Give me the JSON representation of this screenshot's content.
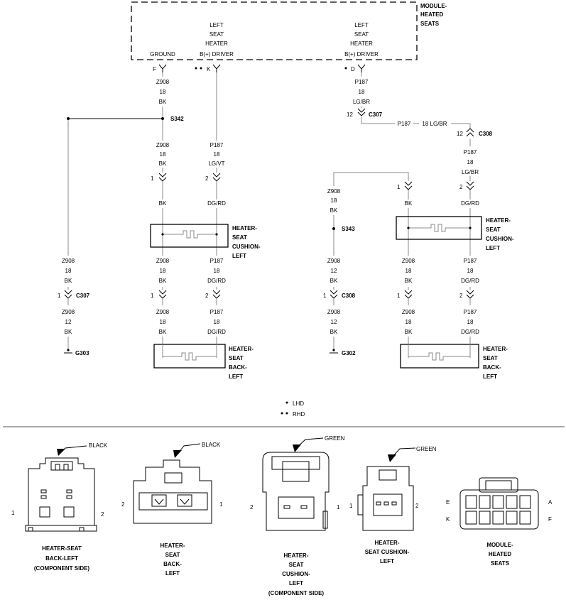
{
  "module": {
    "name": [
      "MODULE-",
      "HEATED",
      "SEATS"
    ],
    "pin_ground_label": "GROUND",
    "pin_left_label": [
      "LEFT",
      "SEAT",
      "HEATER",
      "B(+) DRIVER"
    ],
    "pin_right_label": [
      "LEFT",
      "SEAT",
      "HEATER",
      "B(+) DRIVER"
    ],
    "cav_f": "F",
    "cav_k": "K",
    "cav_d": "D"
  },
  "wire_codes": {
    "gnd": [
      "Z908",
      "18",
      "BK"
    ],
    "gnd12": [
      "Z908",
      "12",
      "BK"
    ],
    "p187_lgvt": [
      "P187",
      "18",
      "LG/VT"
    ],
    "p187_lgbr": [
      "P187",
      "18",
      "LG/BR"
    ],
    "p187_dgrd": [
      "P187",
      "18",
      "DG/RD"
    ],
    "c307_right_p187": "P187",
    "c307_right_p187_code": "18 LG/BR"
  },
  "short_labels": {
    "bk": "BK",
    "dgrd": "DG/RD"
  },
  "splices": {
    "s342": "S342",
    "s343": "S343"
  },
  "connectors": {
    "c307": "C307",
    "c308": "C308",
    "pin1": "1",
    "pin2": "2",
    "pin12": "12"
  },
  "grounds": {
    "g303": "G303",
    "g302": "G302"
  },
  "components": {
    "cushion": [
      "HEATER-",
      "SEAT",
      "CUSHION-",
      "LEFT"
    ],
    "back": [
      "HEATER-",
      "SEAT",
      "BACK-",
      "LEFT"
    ]
  },
  "legend": {
    "lhd": "LHD",
    "rhd": "RHD"
  },
  "views": {
    "back_component": {
      "color": "BLACK",
      "pin_left": "1",
      "pin_right": "2",
      "caption": [
        "HEATER-SEAT",
        "BACK-LEFT",
        "(COMPONENT SIDE)"
      ]
    },
    "back": {
      "color": "BLACK",
      "pin_left": "2",
      "pin_right": "1",
      "caption": [
        "HEATER-",
        "SEAT",
        "BACK-",
        "LEFT"
      ]
    },
    "cushion_component": {
      "color": "GREEN",
      "pin_left": "2",
      "pin_right": "1",
      "caption": [
        "HEATER-",
        "SEAT",
        "CUSHION-",
        "LEFT",
        "(COMPONENT SIDE)"
      ]
    },
    "cushion": {
      "color": "GREEN",
      "pin_left": "1",
      "pin_right": "2",
      "caption": [
        "HEATER-",
        "SEAT CUSHION-",
        "LEFT"
      ]
    },
    "module": {
      "pin_e": "E",
      "pin_k": "K",
      "pin_a": "A",
      "pin_f": "F",
      "caption": [
        "MODULE-",
        "HEATED",
        "SEATS"
      ]
    }
  }
}
